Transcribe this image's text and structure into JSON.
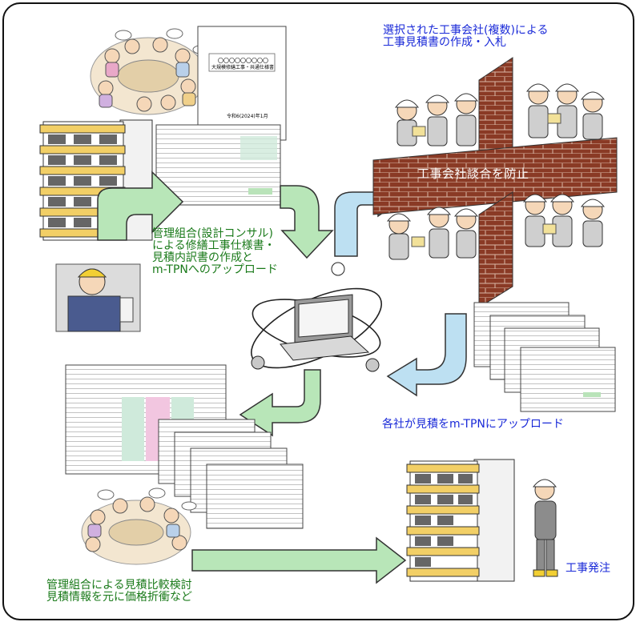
{
  "title_doc": {
    "heading": "〇〇〇〇〇〇〇〇〇",
    "subheading": "大規模修繕工事・共通仕様書",
    "date": "令和6(2024)年1月"
  },
  "labels": {
    "design_step": [
      "管理組合(設計コンサル)",
      "による修繕工事仕様書・",
      "見積内訳書の作成と",
      "m-TPNへのアップロード"
    ],
    "bidding_step": [
      "選択された工事会社(複数)による",
      "工事見積書の作成・入札"
    ],
    "wall": "工事会社談合を防止",
    "upload_step": "各社が見積をm-TPNにアップロード",
    "compare_step": [
      "管理組合による見積比較検討",
      "見積情報を元に価格折衝など"
    ],
    "order": "工事発注"
  },
  "colors": {
    "green_arrow": "#b8e6b8",
    "blue_arrow": "#bde0f2",
    "brick": "#8a3a25",
    "label_green": "#1a7a1a",
    "label_blue": "#1a2ad8",
    "building_yellow": "#f2cf66"
  }
}
